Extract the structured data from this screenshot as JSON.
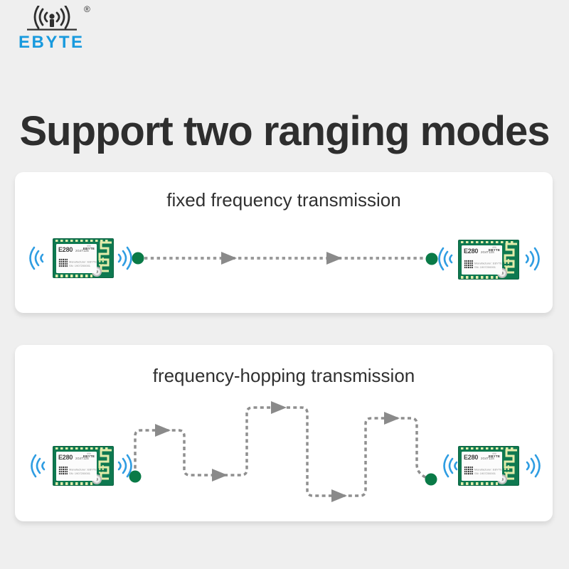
{
  "logo": {
    "brand": "EBYTE",
    "registered": "®"
  },
  "heading": "Support two ranging modes",
  "panels": {
    "fixed": {
      "title": "fixed frequency transmission"
    },
    "hopping": {
      "title": "frequency-hopping transmission"
    }
  },
  "module": {
    "model": "E280",
    "variant": "2G4T12S",
    "brand": "EBYTE",
    "mini_antenna": "((•))",
    "manufacturer": "Manufacturer: EBYTE",
    "serial": "SN: 1907200001"
  },
  "colors": {
    "background": "#efefef",
    "card": "#ffffff",
    "heading_text": "#2e2e2e",
    "panel_title_text": "#303030",
    "brand_blue": "#189ade",
    "wave_blue": "#2f9de2",
    "pcb_green": "#0e7950",
    "antenna_trace": "#e3ecab",
    "endpoint_green": "#0a7a47",
    "path_gray": "#8f8f8f",
    "arrow_gray": "#8a8a8a"
  }
}
